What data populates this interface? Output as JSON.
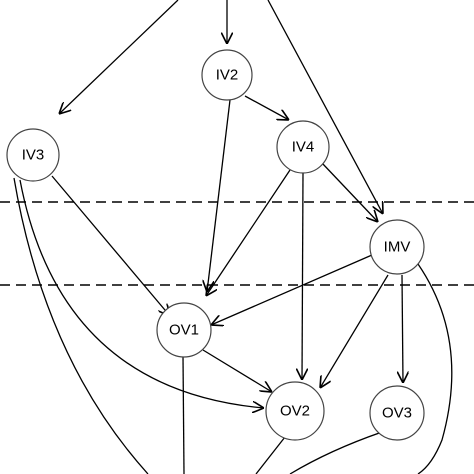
{
  "nodes": [
    {
      "id": "IV2",
      "label": "IV2"
    },
    {
      "id": "IV3",
      "label": "IV3"
    },
    {
      "id": "IV4",
      "label": "IV4"
    },
    {
      "id": "IMV",
      "label": "IMV"
    },
    {
      "id": "OV1",
      "label": "OV1"
    },
    {
      "id": "OV2",
      "label": "OV2"
    },
    {
      "id": "OV3",
      "label": "OV3"
    }
  ],
  "edges": [
    {
      "from": "top",
      "to": "IV3"
    },
    {
      "from": "top",
      "to": "IV2"
    },
    {
      "from": "top",
      "to": "IMV"
    },
    {
      "from": "IV2",
      "to": "IV4"
    },
    {
      "from": "IV2",
      "to": "OV1"
    },
    {
      "from": "IV3",
      "to": "OV1"
    },
    {
      "from": "IV3",
      "to": "OV2"
    },
    {
      "from": "IV3",
      "to": "bottom"
    },
    {
      "from": "IV4",
      "to": "OV1"
    },
    {
      "from": "IV4",
      "to": "OV2"
    },
    {
      "from": "IV4",
      "to": "IMV"
    },
    {
      "from": "IMV",
      "to": "OV1"
    },
    {
      "from": "IMV",
      "to": "OV2"
    },
    {
      "from": "IMV",
      "to": "OV3"
    },
    {
      "from": "IMV",
      "to": "bottom"
    },
    {
      "from": "OV1",
      "to": "OV2"
    },
    {
      "from": "OV1",
      "to": "bottom"
    },
    {
      "from": "OV2",
      "to": "bottom"
    },
    {
      "from": "OV3",
      "to": "bottom"
    }
  ]
}
